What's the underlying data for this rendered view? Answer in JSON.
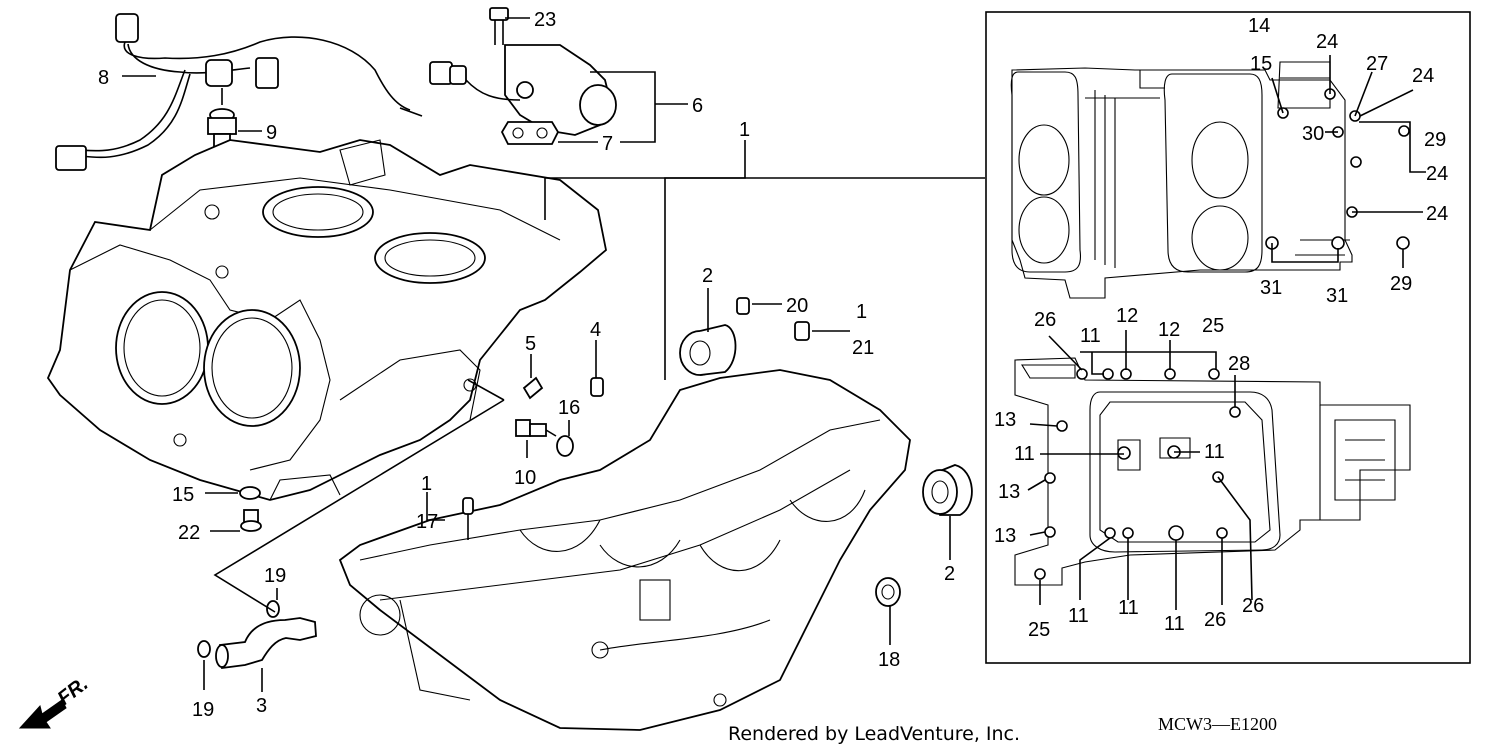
{
  "callouts": [
    {
      "id": "c23",
      "text": "23"
    },
    {
      "id": "c8",
      "text": "8"
    },
    {
      "id": "c9",
      "text": "9"
    },
    {
      "id": "c6",
      "text": "6"
    },
    {
      "id": "c7",
      "text": "7"
    },
    {
      "id": "c1a",
      "text": "1"
    },
    {
      "id": "c2a",
      "text": "2"
    },
    {
      "id": "c20",
      "text": "20"
    },
    {
      "id": "c1b",
      "text": "1"
    },
    {
      "id": "c21",
      "text": "21"
    },
    {
      "id": "c5",
      "text": "5"
    },
    {
      "id": "c4",
      "text": "4"
    },
    {
      "id": "c16",
      "text": "16"
    },
    {
      "id": "c10",
      "text": "10"
    },
    {
      "id": "c15",
      "text": "15"
    },
    {
      "id": "c22",
      "text": "22"
    },
    {
      "id": "c1c",
      "text": "1"
    },
    {
      "id": "c17",
      "text": "17"
    },
    {
      "id": "c19a",
      "text": "19"
    },
    {
      "id": "c19b",
      "text": "19"
    },
    {
      "id": "c3",
      "text": "3"
    },
    {
      "id": "c2b",
      "text": "2"
    },
    {
      "id": "c18",
      "text": "18"
    }
  ],
  "inset_callouts": [
    {
      "id": "i14",
      "text": "14"
    },
    {
      "id": "i24a",
      "text": "24"
    },
    {
      "id": "i15",
      "text": "15"
    },
    {
      "id": "i27",
      "text": "27"
    },
    {
      "id": "i24b",
      "text": "24"
    },
    {
      "id": "i30",
      "text": "30"
    },
    {
      "id": "i29a",
      "text": "29"
    },
    {
      "id": "i24c",
      "text": "24"
    },
    {
      "id": "i24d",
      "text": "24"
    },
    {
      "id": "i31a",
      "text": "31"
    },
    {
      "id": "i31b",
      "text": "31"
    },
    {
      "id": "i29b",
      "text": "29"
    },
    {
      "id": "i26a",
      "text": "26"
    },
    {
      "id": "i11a",
      "text": "11"
    },
    {
      "id": "i12a",
      "text": "12"
    },
    {
      "id": "i12b",
      "text": "12"
    },
    {
      "id": "i25a",
      "text": "25"
    },
    {
      "id": "i28",
      "text": "28"
    },
    {
      "id": "i13a",
      "text": "13"
    },
    {
      "id": "i11b",
      "text": "11"
    },
    {
      "id": "i11c",
      "text": "11"
    },
    {
      "id": "i13b",
      "text": "13"
    },
    {
      "id": "i13c",
      "text": "13"
    },
    {
      "id": "i25b",
      "text": "25"
    },
    {
      "id": "i11d",
      "text": "11"
    },
    {
      "id": "i11e",
      "text": "11"
    },
    {
      "id": "i11f",
      "text": "11"
    },
    {
      "id": "i26b",
      "text": "26"
    },
    {
      "id": "i26c",
      "text": "26"
    }
  ],
  "direction_label": "FR.",
  "credit": "Rendered by LeadVenture, Inc.",
  "diagram_code": "MCW3—E1200"
}
